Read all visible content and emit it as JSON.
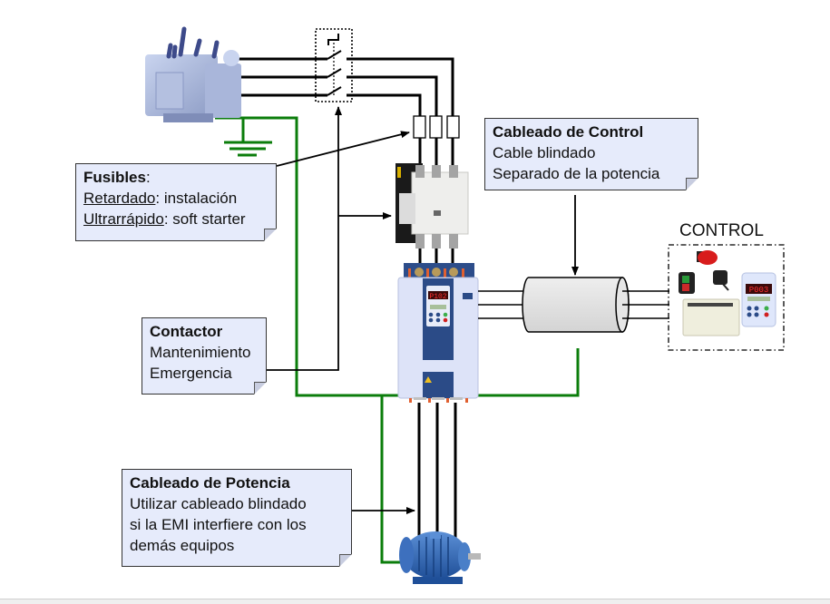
{
  "diagram": {
    "type": "soft-starter installation wiring",
    "colors": {
      "power_wire": "#000000",
      "ground_wire": "#0b7d0b",
      "callout_fill": "#e6ebfb",
      "cable_fill": "#dcdcdc",
      "device_fill": "#dde3f8"
    },
    "components": [
      {
        "id": "transformer",
        "label": "transformer"
      },
      {
        "id": "breaker",
        "label": "circuit-breaker"
      },
      {
        "id": "fuses",
        "label": "fuses"
      },
      {
        "id": "contactor",
        "label": "contactor"
      },
      {
        "id": "soft-starter",
        "label": "soft-starter",
        "display": "P102"
      },
      {
        "id": "shielded-cable",
        "label": "shielded-cable"
      },
      {
        "id": "control-panel",
        "label": "control-panel",
        "display": "P003"
      },
      {
        "id": "motor",
        "label": "motor"
      },
      {
        "id": "ground",
        "label": "ground"
      }
    ]
  },
  "callouts": {
    "fusibles": {
      "title": "Fusibles",
      "title_suffix": ":",
      "line1_term": "Retardado",
      "line1_rest": ": instalación",
      "line2_term": "Ultrarrápido",
      "line2_rest": ": soft starter"
    },
    "control": {
      "title": "Cableado de Control",
      "line1": "Cable blindado",
      "line2": "Separado de la potencia"
    },
    "contactor": {
      "title": "Contactor",
      "line1": "Mantenimiento",
      "line2": "Emergencia"
    },
    "potencia": {
      "title": "Cableado de Potencia",
      "line1": "Utilizar cableado blindado",
      "line2": "si la EMI interfiere con los",
      "line3": "demás equipos"
    }
  },
  "control_label": "CONTROL",
  "displays": {
    "soft_starter": "P102",
    "hmi": "P003"
  }
}
